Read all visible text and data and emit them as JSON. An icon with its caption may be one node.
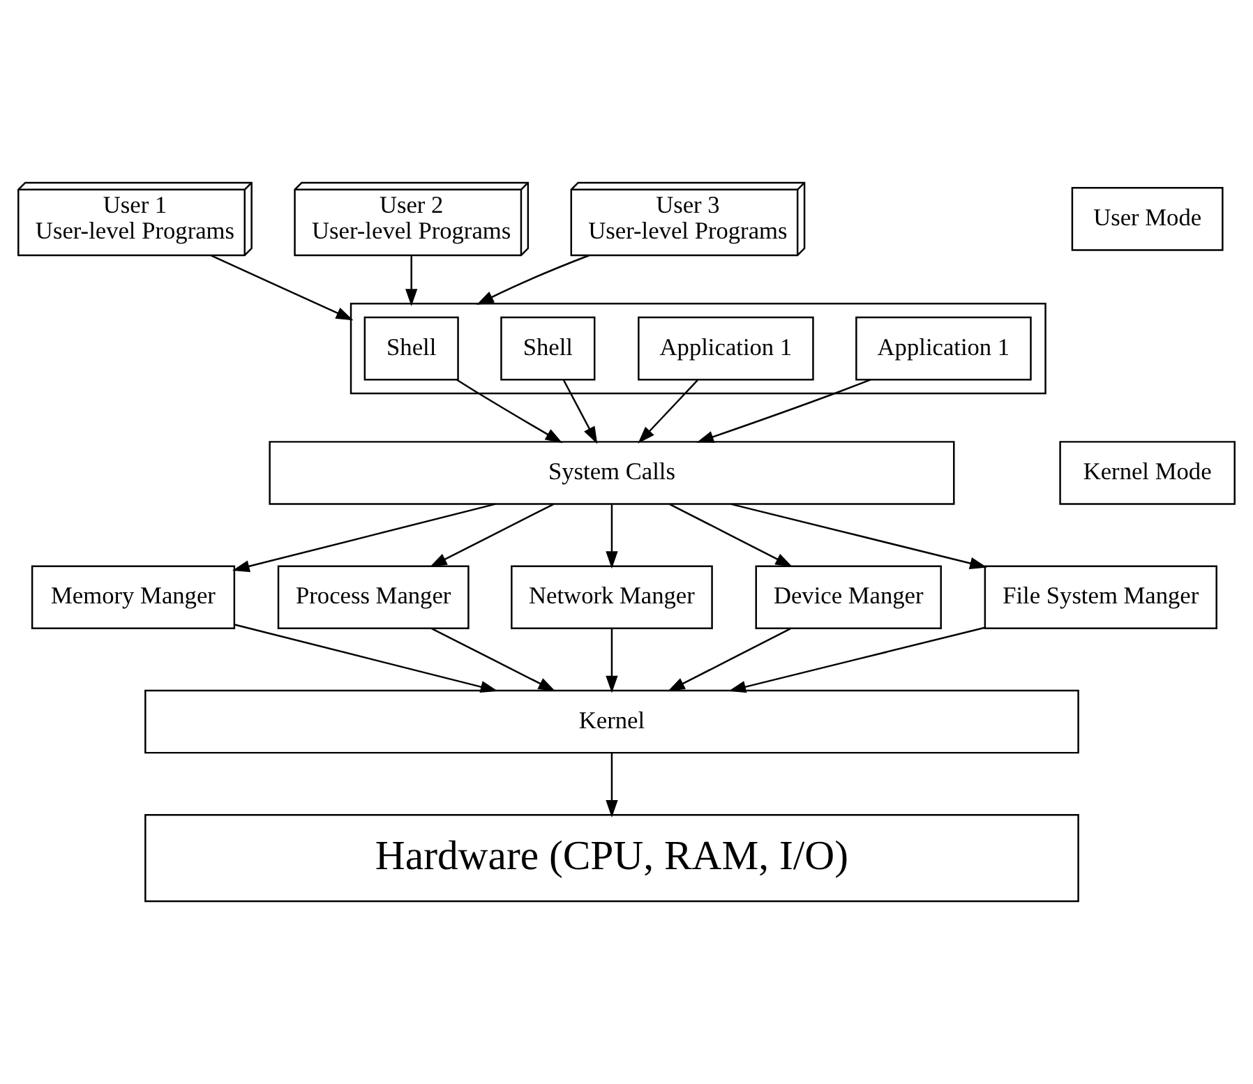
{
  "diagram": {
    "nodes": [
      {
        "text": [
          "User 1",
          "User-level Programs"
        ]
      },
      {
        "text": [
          "User 2",
          "User-level Programs"
        ]
      },
      {
        "text": [
          "User 3",
          "User-level Programs"
        ]
      },
      {
        "text": [
          "User Mode"
        ]
      },
      {
        "text": [],
        "shape": "box"
      },
      {
        "text": [
          "Shell"
        ],
        "in": 4
      },
      {
        "text": [
          "Shell"
        ],
        "in": 4
      },
      {
        "text": [
          "Application 1"
        ],
        "in": 4
      },
      {
        "text": [
          "Application 1"
        ],
        "in": 4
      },
      {
        "text": [
          "System Calls"
        ]
      },
      {
        "text": [
          "Kernel Mode"
        ]
      },
      {
        "text": [
          "Memory Manger"
        ]
      },
      {
        "text": [
          "Process Manger"
        ]
      },
      {
        "text": [
          "Network Manger"
        ]
      },
      {
        "text": [
          "Device Manger"
        ]
      },
      {
        "text": [
          "File System Manger"
        ]
      },
      {
        "text": [
          "Kernel"
        ]
      },
      {
        "text": [
          "Hardware (CPU, RAM, I/O)"
        ]
      }
    ],
    "edges": [
      {
        "from": 0,
        "to": 4,
        "arrow": "to"
      },
      {
        "from": 1,
        "to": 4,
        "arrow": "to"
      },
      {
        "from": 2,
        "to": 4,
        "arrow": "to"
      },
      {
        "from": 5,
        "to": 9,
        "arrow": "to"
      },
      {
        "from": 6,
        "to": 9,
        "arrow": "to"
      },
      {
        "from": 7,
        "to": 9,
        "arrow": "to"
      },
      {
        "from": 8,
        "to": 9,
        "arrow": "to"
      },
      {
        "from": 9,
        "to": 11,
        "arrow": "to"
      },
      {
        "from": 9,
        "to": 12,
        "arrow": "to"
      },
      {
        "from": 9,
        "to": 13,
        "arrow": "to"
      },
      {
        "from": 9,
        "to": 14,
        "arrow": "to"
      },
      {
        "from": 9,
        "to": 15,
        "arrow": "to"
      },
      {
        "from": 11,
        "to": 16,
        "arrow": "to"
      },
      {
        "from": 12,
        "to": 16,
        "arrow": "to"
      },
      {
        "from": 13,
        "to": 16,
        "arrow": "to"
      },
      {
        "from": 14,
        "to": 16,
        "arrow": "to"
      },
      {
        "from": 15,
        "to": 16,
        "arrow": "to"
      },
      {
        "from": 16,
        "to": 17,
        "arrow": "to"
      }
    ]
  }
}
